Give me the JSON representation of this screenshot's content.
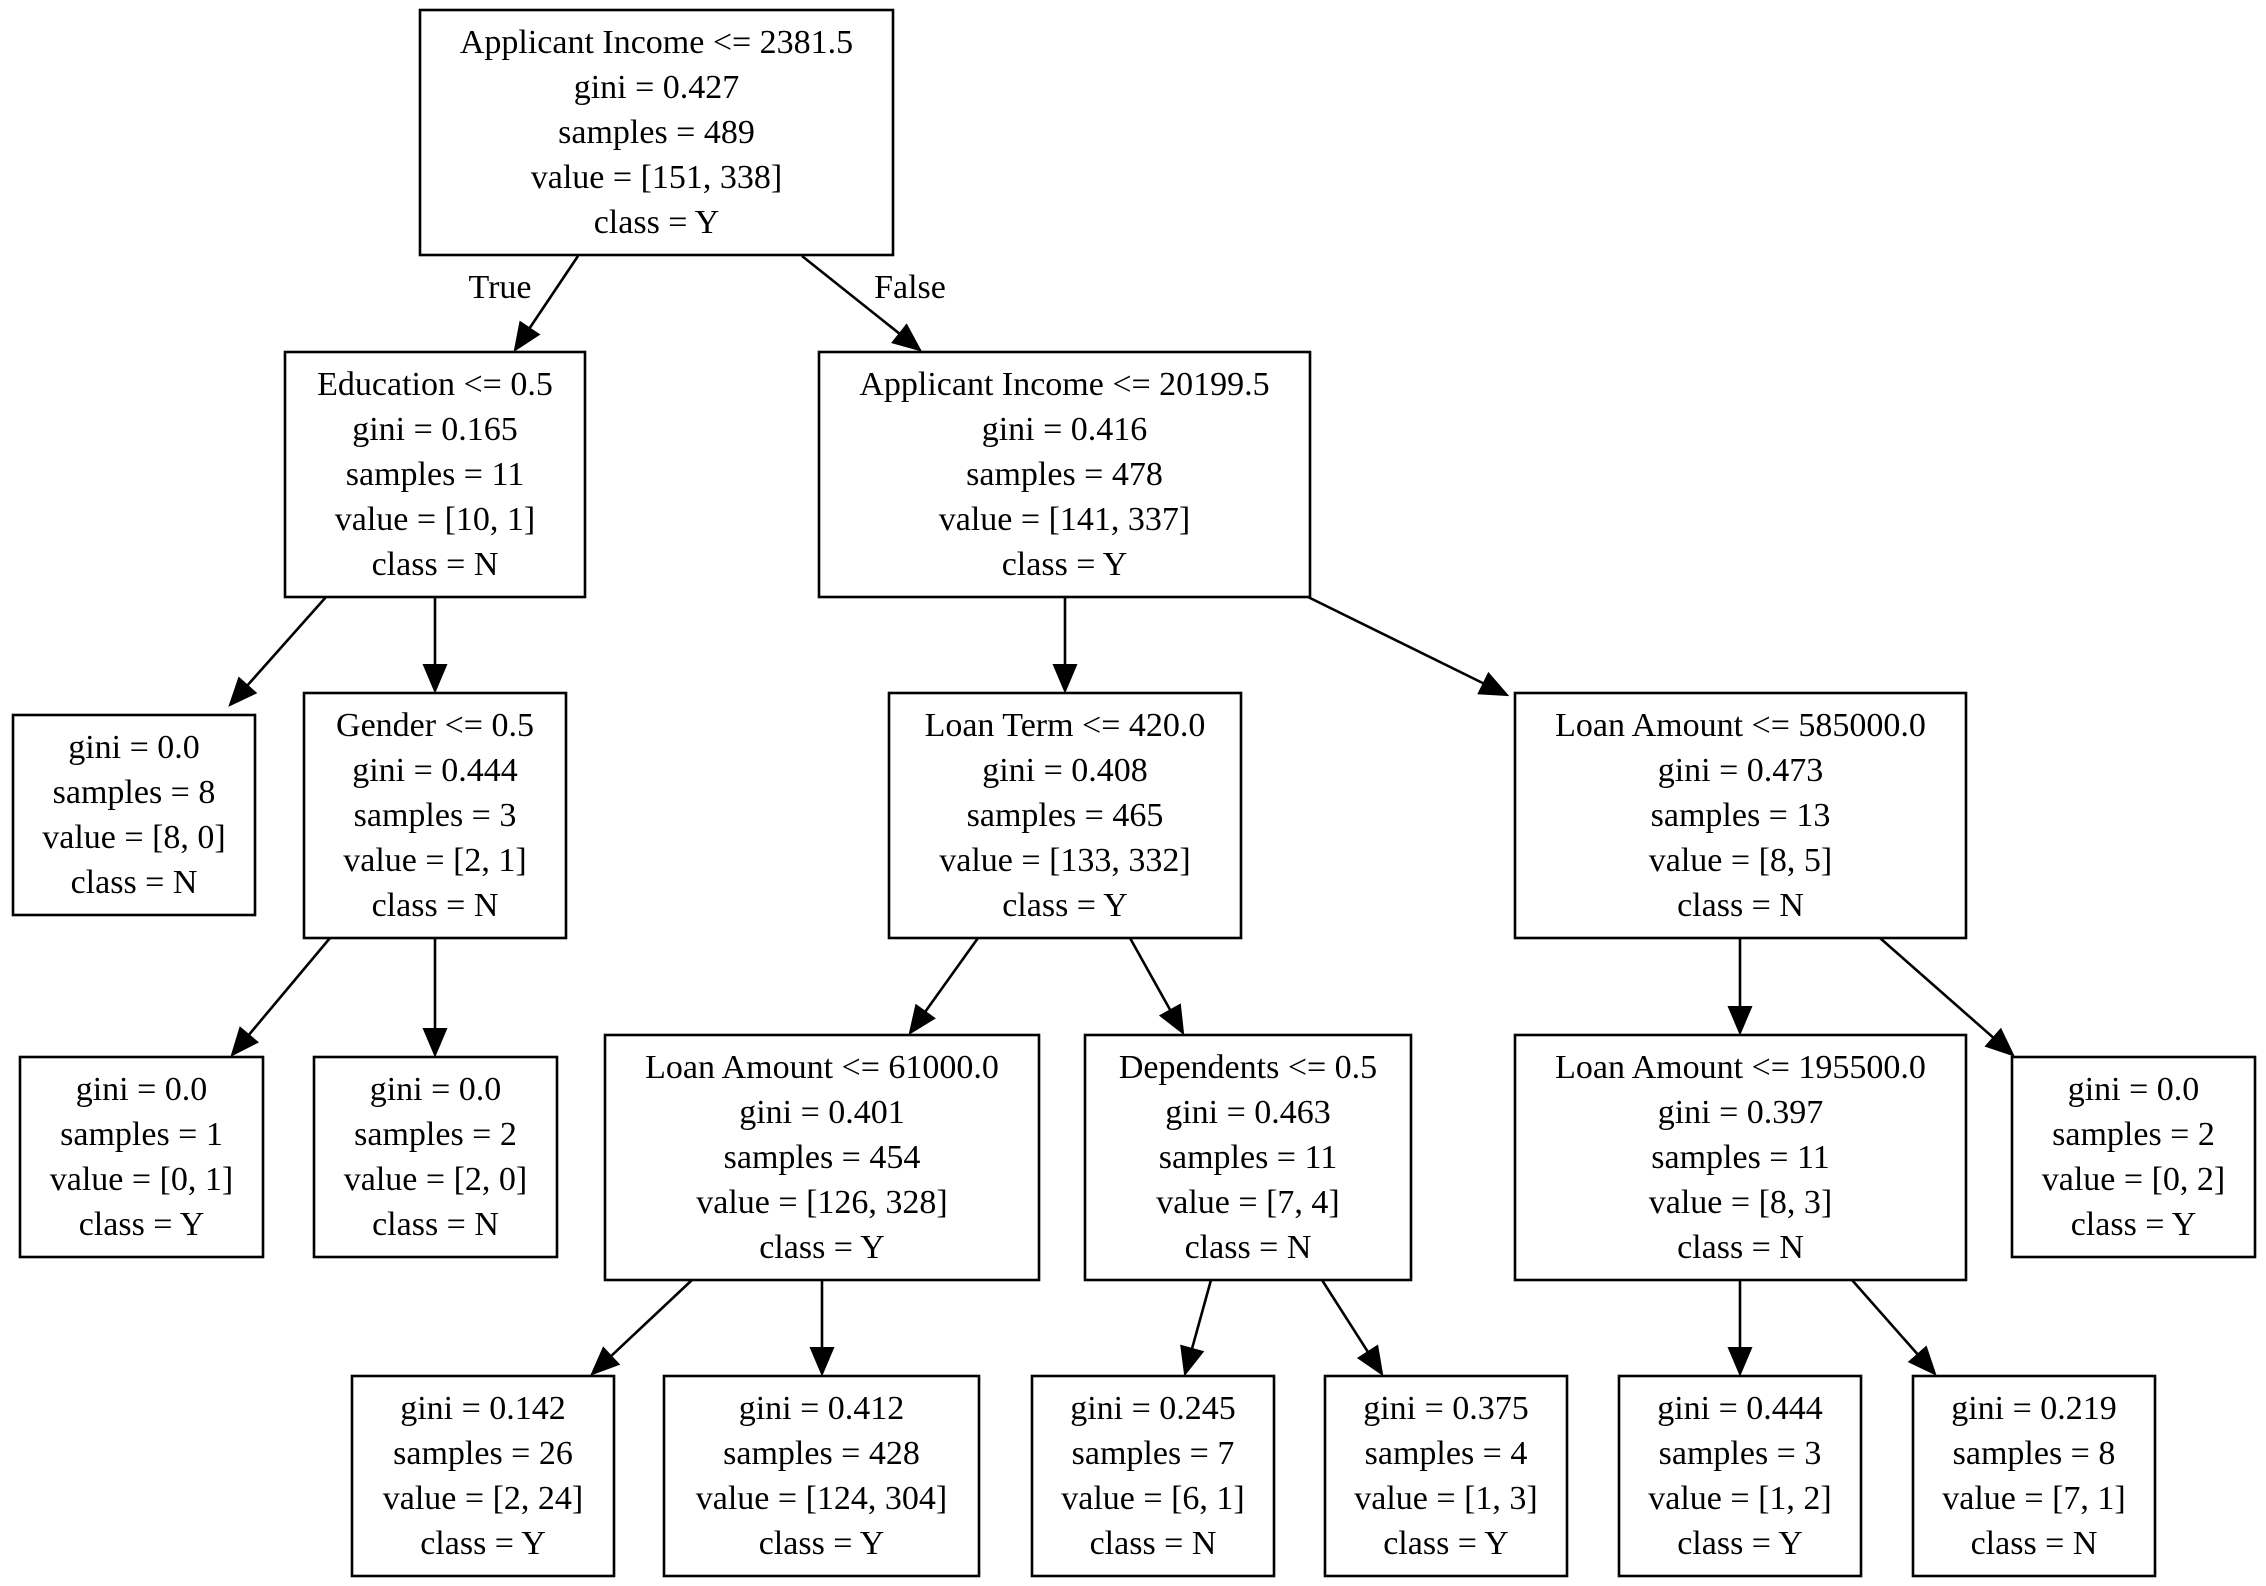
{
  "tree": {
    "nodes": [
      {
        "id": "n0",
        "lines": [
          "Applicant Income <= 2381.5",
          "gini = 0.427",
          "samples = 489",
          "value = [151, 338]",
          "class = Y"
        ]
      },
      {
        "id": "n1",
        "lines": [
          "Education <= 0.5",
          "gini = 0.165",
          "samples = 11",
          "value = [10, 1]",
          "class = N"
        ]
      },
      {
        "id": "n2",
        "lines": [
          "gini = 0.0",
          "samples = 8",
          "value = [8, 0]",
          "class = N"
        ]
      },
      {
        "id": "n3",
        "lines": [
          "Gender <= 0.5",
          "gini = 0.444",
          "samples = 3",
          "value = [2, 1]",
          "class = N"
        ]
      },
      {
        "id": "n4",
        "lines": [
          "gini = 0.0",
          "samples = 1",
          "value = [0, 1]",
          "class = Y"
        ]
      },
      {
        "id": "n5",
        "lines": [
          "gini = 0.0",
          "samples = 2",
          "value = [2, 0]",
          "class = N"
        ]
      },
      {
        "id": "n6",
        "lines": [
          "Applicant Income <= 20199.5",
          "gini = 0.416",
          "samples = 478",
          "value = [141, 337]",
          "class = Y"
        ]
      },
      {
        "id": "n7",
        "lines": [
          "Loan Term <= 420.0",
          "gini = 0.408",
          "samples = 465",
          "value = [133, 332]",
          "class = Y"
        ]
      },
      {
        "id": "n8",
        "lines": [
          "Loan Amount <= 61000.0",
          "gini = 0.401",
          "samples = 454",
          "value = [126, 328]",
          "class = Y"
        ]
      },
      {
        "id": "n9",
        "lines": [
          "gini = 0.142",
          "samples = 26",
          "value = [2, 24]",
          "class = Y"
        ]
      },
      {
        "id": "n10",
        "lines": [
          "gini = 0.412",
          "samples = 428",
          "value = [124, 304]",
          "class = Y"
        ]
      },
      {
        "id": "n11",
        "lines": [
          "Dependents <= 0.5",
          "gini = 0.463",
          "samples = 11",
          "value = [7, 4]",
          "class = N"
        ]
      },
      {
        "id": "n12",
        "lines": [
          "gini = 0.245",
          "samples = 7",
          "value = [6, 1]",
          "class = N"
        ]
      },
      {
        "id": "n13",
        "lines": [
          "gini = 0.375",
          "samples = 4",
          "value = [1, 3]",
          "class = Y"
        ]
      },
      {
        "id": "n14",
        "lines": [
          "Loan Amount <= 585000.0",
          "gini = 0.473",
          "samples = 13",
          "value = [8, 5]",
          "class = N"
        ]
      },
      {
        "id": "n15",
        "lines": [
          "Loan Amount <= 195500.0",
          "gini = 0.397",
          "samples = 11",
          "value = [8, 3]",
          "class = N"
        ]
      },
      {
        "id": "n16",
        "lines": [
          "gini = 0.444",
          "samples = 3",
          "value = [1, 2]",
          "class = Y"
        ]
      },
      {
        "id": "n17",
        "lines": [
          "gini = 0.219",
          "samples = 8",
          "value = [7, 1]",
          "class = N"
        ]
      },
      {
        "id": "n18",
        "lines": [
          "gini = 0.0",
          "samples = 2",
          "value = [0, 2]",
          "class = Y"
        ]
      }
    ],
    "edges": [
      {
        "from": "n0",
        "to": "n1",
        "label": "True"
      },
      {
        "from": "n0",
        "to": "n6",
        "label": "False"
      },
      {
        "from": "n1",
        "to": "n2",
        "label": ""
      },
      {
        "from": "n1",
        "to": "n3",
        "label": ""
      },
      {
        "from": "n3",
        "to": "n4",
        "label": ""
      },
      {
        "from": "n3",
        "to": "n5",
        "label": ""
      },
      {
        "from": "n6",
        "to": "n7",
        "label": ""
      },
      {
        "from": "n6",
        "to": "n14",
        "label": ""
      },
      {
        "from": "n7",
        "to": "n8",
        "label": ""
      },
      {
        "from": "n7",
        "to": "n11",
        "label": ""
      },
      {
        "from": "n8",
        "to": "n9",
        "label": ""
      },
      {
        "from": "n8",
        "to": "n10",
        "label": ""
      },
      {
        "from": "n11",
        "to": "n12",
        "label": ""
      },
      {
        "from": "n11",
        "to": "n13",
        "label": ""
      },
      {
        "from": "n14",
        "to": "n15",
        "label": ""
      },
      {
        "from": "n14",
        "to": "n18",
        "label": ""
      },
      {
        "from": "n15",
        "to": "n16",
        "label": ""
      },
      {
        "from": "n15",
        "to": "n17",
        "label": ""
      }
    ]
  }
}
